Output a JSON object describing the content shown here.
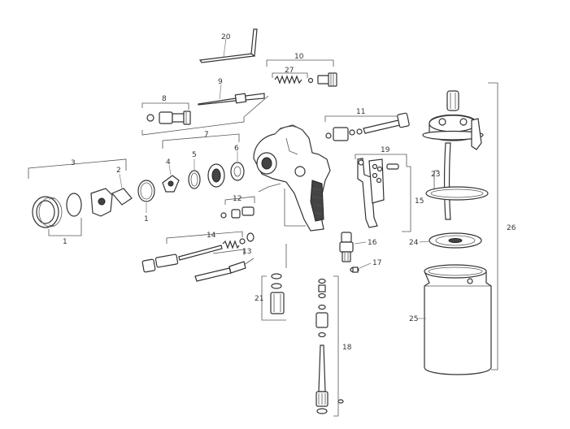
{
  "callouts": {
    "c1a": "1",
    "c1b": "1",
    "c2": "2",
    "c3": "3",
    "c4": "4",
    "c5": "5",
    "c6": "6",
    "c7": "7",
    "c8": "8",
    "c9": "9",
    "c10": "10",
    "c11": "11",
    "c12": "12",
    "c13": "13",
    "c14": "14",
    "c15": "15",
    "c16": "16",
    "c17": "17",
    "c18": "18",
    "c19": "19",
    "c20": "20",
    "c21": "21",
    "c23": "23",
    "c24": "24",
    "c25": "25",
    "c26": "26",
    "c27": "27"
  },
  "colors": {
    "stroke": "#333333",
    "dark": "#444444"
  }
}
